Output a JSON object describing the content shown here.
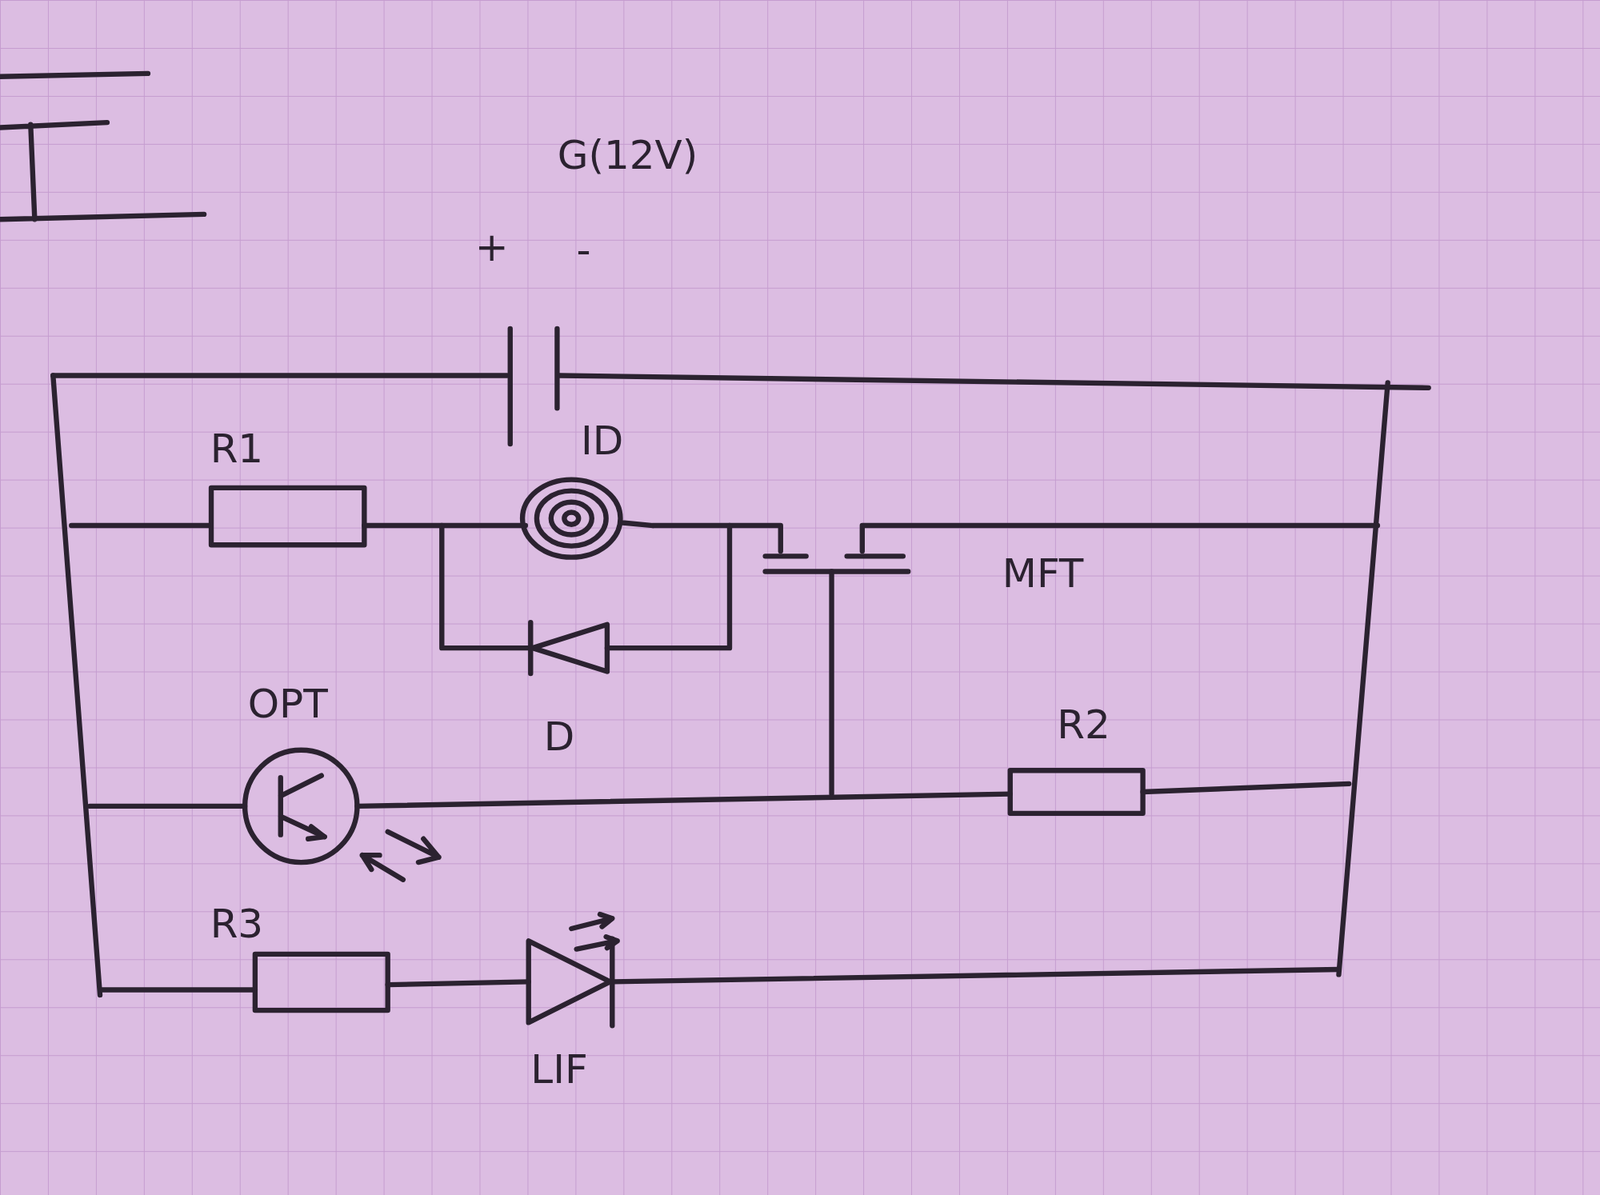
{
  "diagram": {
    "labels": [
      "G(12V)",
      "+",
      "-",
      "R1",
      "ID",
      "MFT",
      "D",
      "OPT",
      "R2",
      "R3",
      "LIF"
    ]
  }
}
